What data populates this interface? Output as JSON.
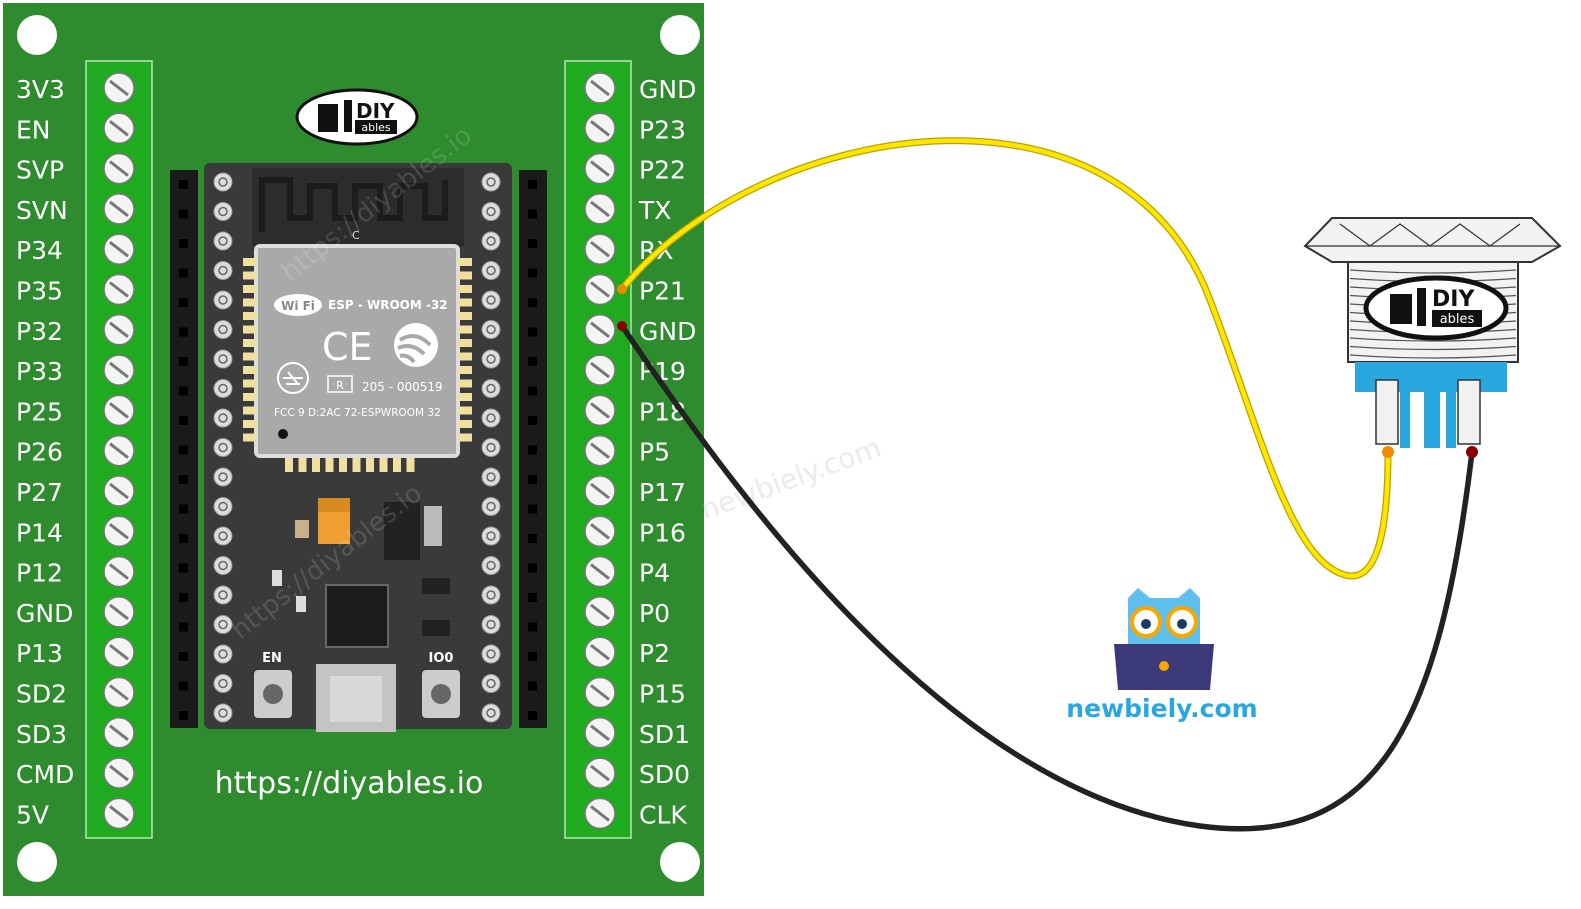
{
  "board": {
    "left_pins": [
      "3V3",
      "EN",
      "SVP",
      "SVN",
      "P34",
      "P35",
      "P32",
      "P33",
      "P25",
      "P26",
      "P27",
      "P14",
      "P12",
      "GND",
      "P13",
      "SD2",
      "SD3",
      "CMD",
      "5V"
    ],
    "right_pins": [
      "GND",
      "P23",
      "P22",
      "TX",
      "RX",
      "P21",
      "GND",
      "P19",
      "P18",
      "P5",
      "P17",
      "P16",
      "P4",
      "P0",
      "P2",
      "P15",
      "SD1",
      "SD0",
      "CLK"
    ],
    "url": "https://diyables.io",
    "logo_main": "DIY",
    "logo_sub": "ables",
    "en_label": "EN",
    "io0_label": "IO0",
    "module": {
      "wifi": "Wi Fi",
      "name": "ESP - WROOM -32",
      "ce": "CE",
      "r_mark": "R",
      "cert": "205 - 000519",
      "fcc": "FCC 9 D:2AC 72-ESPWROOM  32",
      "c_mark": "C"
    },
    "colors": {
      "pcb": "#2e8b2e",
      "terminal": "#1faa1f",
      "chip": "#3a3a3a"
    }
  },
  "watermarks": [
    "https://diyables.io",
    "https://diyables.io",
    "newbiely.com"
  ],
  "button": {
    "logo_main": "DIY",
    "logo_sub": "ables",
    "colors": {
      "base": "#29a8e0",
      "body": "#f2f2f2"
    }
  },
  "wires": [
    {
      "name": "signal",
      "from": "P21",
      "color": "#ffe600"
    },
    {
      "name": "ground",
      "from": "GND",
      "color": "#222222"
    }
  ],
  "brand": {
    "site": "newbiely.com",
    "color": "#29a8e0"
  }
}
